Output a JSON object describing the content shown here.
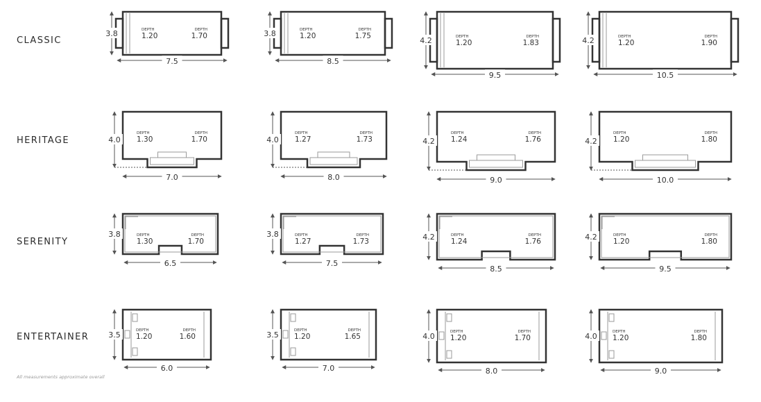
{
  "footnote": "All measurements approximate overall",
  "depth_label": "DEPTH",
  "colors": {
    "outline": "#333333",
    "inner": "#9a9a9a",
    "dim": "#555555"
  },
  "rows": [
    {
      "label": "CLASSIC",
      "shape": "classic",
      "pools": [
        {
          "length": "7.5",
          "width": "3.8",
          "depth_shallow": "1.20",
          "depth_deep": "1.70"
        },
        {
          "length": "8.5",
          "width": "3.8",
          "depth_shallow": "1.20",
          "depth_deep": "1.75"
        },
        {
          "length": "9.5",
          "width": "4.2",
          "depth_shallow": "1.20",
          "depth_deep": "1.83"
        },
        {
          "length": "10.5",
          "width": "4.2",
          "depth_shallow": "1.20",
          "depth_deep": "1.90"
        }
      ]
    },
    {
      "label": "HERITAGE",
      "shape": "heritage",
      "pools": [
        {
          "length": "7.0",
          "width": "4.0",
          "depth_shallow": "1.30",
          "depth_deep": "1.70"
        },
        {
          "length": "8.0",
          "width": "4.0",
          "depth_shallow": "1.27",
          "depth_deep": "1.73"
        },
        {
          "length": "9.0",
          "width": "4.2",
          "depth_shallow": "1.24",
          "depth_deep": "1.76"
        },
        {
          "length": "10.0",
          "width": "4.2",
          "depth_shallow": "1.20",
          "depth_deep": "1.80"
        }
      ]
    },
    {
      "label": "SERENITY",
      "shape": "serenity",
      "pools": [
        {
          "length": "6.5",
          "width": "3.8",
          "depth_shallow": "1.30",
          "depth_deep": "1.70"
        },
        {
          "length": "7.5",
          "width": "3.8",
          "depth_shallow": "1.27",
          "depth_deep": "1.73"
        },
        {
          "length": "8.5",
          "width": "4.2",
          "depth_shallow": "1.24",
          "depth_deep": "1.76"
        },
        {
          "length": "9.5",
          "width": "4.2",
          "depth_shallow": "1.20",
          "depth_deep": "1.80"
        }
      ]
    },
    {
      "label": "ENTERTAINER",
      "shape": "entertainer",
      "pools": [
        {
          "length": "6.0",
          "width": "3.5",
          "depth_shallow": "1.20",
          "depth_deep": "1.60"
        },
        {
          "length": "7.0",
          "width": "3.5",
          "depth_shallow": "1.20",
          "depth_deep": "1.65"
        },
        {
          "length": "8.0",
          "width": "4.0",
          "depth_shallow": "1.20",
          "depth_deep": "1.70"
        },
        {
          "length": "9.0",
          "width": "4.0",
          "depth_shallow": "1.20",
          "depth_deep": "1.80"
        }
      ]
    }
  ]
}
